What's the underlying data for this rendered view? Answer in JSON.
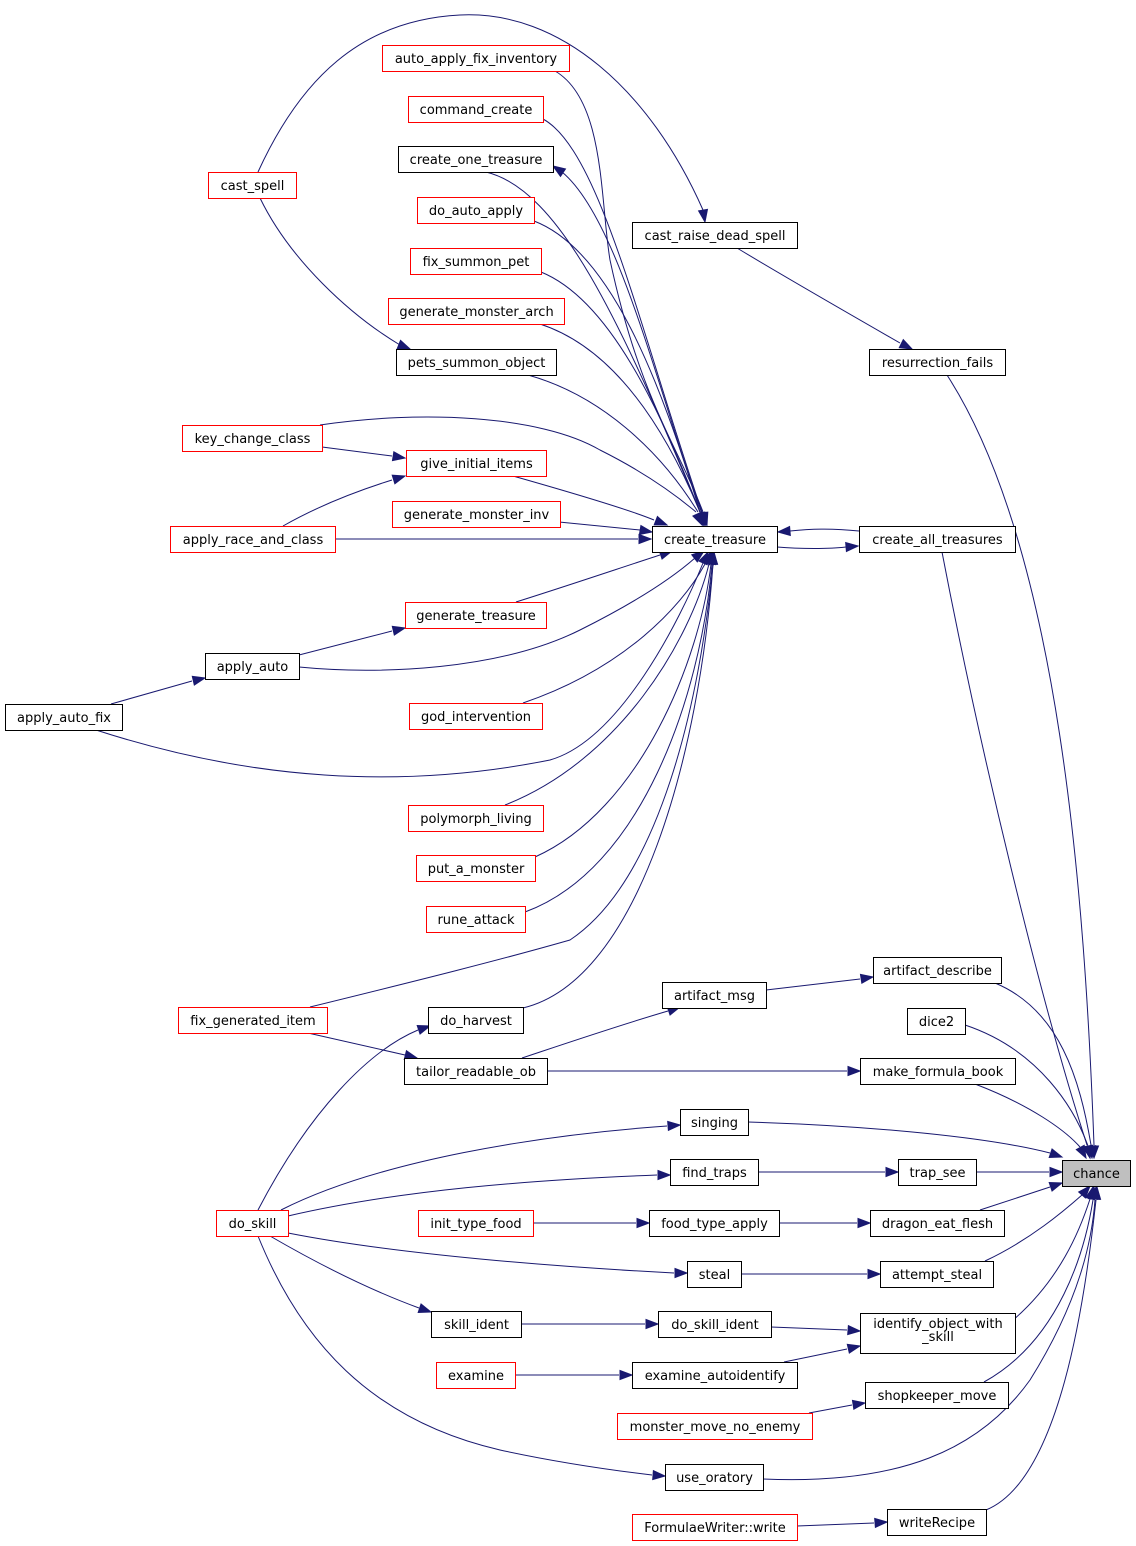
{
  "diagram": {
    "colors": {
      "edge": "#191970",
      "link_box": "#ff0000",
      "plain_box": "#000000",
      "focus_fill": "#bfbfbf"
    },
    "nodes": [
      {
        "id": "chance",
        "label": "chance",
        "style": "focus"
      },
      {
        "id": "cast_raise_dead_spell",
        "label": "cast_raise_dead_spell",
        "style": "black"
      },
      {
        "id": "resurrection_fails",
        "label": "resurrection_fails",
        "style": "black"
      },
      {
        "id": "create_all_treasures",
        "label": "create_all_treasures",
        "style": "black"
      },
      {
        "id": "create_treasure",
        "label": "create_treasure",
        "style": "black"
      },
      {
        "id": "auto_apply_fix_inventory",
        "label": "auto_apply_fix_inventory",
        "style": "red"
      },
      {
        "id": "command_create",
        "label": "command_create",
        "style": "red"
      },
      {
        "id": "create_one_treasure",
        "label": "create_one_treasure",
        "style": "black"
      },
      {
        "id": "do_auto_apply",
        "label": "do_auto_apply",
        "style": "red"
      },
      {
        "id": "fix_summon_pet",
        "label": "fix_summon_pet",
        "style": "red"
      },
      {
        "id": "generate_monster_arch",
        "label": "generate_monster_arch",
        "style": "red"
      },
      {
        "id": "pets_summon_object",
        "label": "pets_summon_object",
        "style": "black"
      },
      {
        "id": "cast_spell",
        "label": "cast_spell",
        "style": "red"
      },
      {
        "id": "key_change_class",
        "label": "key_change_class",
        "style": "red"
      },
      {
        "id": "give_initial_items",
        "label": "give_initial_items",
        "style": "red"
      },
      {
        "id": "generate_monster_inv",
        "label": "generate_monster_inv",
        "style": "red"
      },
      {
        "id": "apply_race_and_class",
        "label": "apply_race_and_class",
        "style": "red"
      },
      {
        "id": "generate_treasure",
        "label": "generate_treasure",
        "style": "red"
      },
      {
        "id": "apply_auto",
        "label": "apply_auto",
        "style": "black"
      },
      {
        "id": "apply_auto_fix",
        "label": "apply_auto_fix",
        "style": "black"
      },
      {
        "id": "god_intervention",
        "label": "god_intervention",
        "style": "red"
      },
      {
        "id": "polymorph_living",
        "label": "polymorph_living",
        "style": "red"
      },
      {
        "id": "put_a_monster",
        "label": "put_a_monster",
        "style": "red"
      },
      {
        "id": "rune_attack",
        "label": "rune_attack",
        "style": "red"
      },
      {
        "id": "fix_generated_item",
        "label": "fix_generated_item",
        "style": "red"
      },
      {
        "id": "do_harvest",
        "label": "do_harvest",
        "style": "black"
      },
      {
        "id": "artifact_describe",
        "label": "artifact_describe",
        "style": "black"
      },
      {
        "id": "artifact_msg",
        "label": "artifact_msg",
        "style": "black"
      },
      {
        "id": "dice2",
        "label": "dice2",
        "style": "black"
      },
      {
        "id": "tailor_readable_ob",
        "label": "tailor_readable_ob",
        "style": "black"
      },
      {
        "id": "make_formula_book",
        "label": "make_formula_book",
        "style": "black"
      },
      {
        "id": "singing",
        "label": "singing",
        "style": "black"
      },
      {
        "id": "find_traps",
        "label": "find_traps",
        "style": "black"
      },
      {
        "id": "trap_see",
        "label": "trap_see",
        "style": "black"
      },
      {
        "id": "do_skill",
        "label": "do_skill",
        "style": "red"
      },
      {
        "id": "init_type_food",
        "label": "init_type_food",
        "style": "red"
      },
      {
        "id": "food_type_apply",
        "label": "food_type_apply",
        "style": "black"
      },
      {
        "id": "dragon_eat_flesh",
        "label": "dragon_eat_flesh",
        "style": "black"
      },
      {
        "id": "steal",
        "label": "steal",
        "style": "black"
      },
      {
        "id": "attempt_steal",
        "label": "attempt_steal",
        "style": "black"
      },
      {
        "id": "skill_ident",
        "label": "skill_ident",
        "style": "black"
      },
      {
        "id": "do_skill_ident",
        "label": "do_skill_ident",
        "style": "black"
      },
      {
        "id": "identify_object_with_skill",
        "label": "identify_object_with",
        "label2": "_skill",
        "style": "black"
      },
      {
        "id": "examine",
        "label": "examine",
        "style": "red"
      },
      {
        "id": "examine_autoidentify",
        "label": "examine_autoidentify",
        "style": "black"
      },
      {
        "id": "shopkeeper_move",
        "label": "shopkeeper_move",
        "style": "black"
      },
      {
        "id": "monster_move_no_enemy",
        "label": "monster_move_no_enemy",
        "style": "red"
      },
      {
        "id": "use_oratory",
        "label": "use_oratory",
        "style": "black"
      },
      {
        "id": "writeRecipe",
        "label": "writeRecipe",
        "style": "black"
      },
      {
        "id": "FormulaeWriter_write",
        "label": "FormulaeWriter::write",
        "style": "red"
      }
    ],
    "edges": [
      [
        "cast_raise_dead_spell",
        "resurrection_fails"
      ],
      [
        "resurrection_fails",
        "chance"
      ],
      [
        "create_all_treasures",
        "chance"
      ],
      [
        "create_treasure",
        "create_all_treasures"
      ],
      [
        "create_all_treasures",
        "create_treasure"
      ],
      [
        "auto_apply_fix_inventory",
        "create_treasure"
      ],
      [
        "command_create",
        "create_treasure"
      ],
      [
        "create_one_treasure",
        "create_treasure"
      ],
      [
        "create_treasure",
        "create_one_treasure"
      ],
      [
        "do_auto_apply",
        "create_treasure"
      ],
      [
        "fix_summon_pet",
        "create_treasure"
      ],
      [
        "generate_monster_arch",
        "create_treasure"
      ],
      [
        "pets_summon_object",
        "create_treasure"
      ],
      [
        "cast_spell",
        "pets_summon_object"
      ],
      [
        "cast_spell",
        "cast_raise_dead_spell"
      ],
      [
        "key_change_class",
        "create_treasure"
      ],
      [
        "key_change_class",
        "give_initial_items"
      ],
      [
        "give_initial_items",
        "create_treasure"
      ],
      [
        "apply_race_and_class",
        "give_initial_items"
      ],
      [
        "generate_monster_inv",
        "create_treasure"
      ],
      [
        "apply_race_and_class",
        "create_treasure"
      ],
      [
        "generate_treasure",
        "create_treasure"
      ],
      [
        "apply_auto",
        "generate_treasure"
      ],
      [
        "apply_auto",
        "create_treasure"
      ],
      [
        "apply_auto_fix",
        "apply_auto"
      ],
      [
        "apply_auto_fix",
        "create_treasure"
      ],
      [
        "god_intervention",
        "create_treasure"
      ],
      [
        "polymorph_living",
        "create_treasure"
      ],
      [
        "put_a_monster",
        "create_treasure"
      ],
      [
        "rune_attack",
        "create_treasure"
      ],
      [
        "fix_generated_item",
        "create_treasure"
      ],
      [
        "fix_generated_item",
        "tailor_readable_ob"
      ],
      [
        "do_harvest",
        "create_treasure"
      ],
      [
        "do_skill",
        "do_harvest"
      ],
      [
        "artifact_describe",
        "chance"
      ],
      [
        "artifact_msg",
        "artifact_describe"
      ],
      [
        "tailor_readable_ob",
        "artifact_msg"
      ],
      [
        "dice2",
        "chance"
      ],
      [
        "tailor_readable_ob",
        "make_formula_book"
      ],
      [
        "make_formula_book",
        "chance"
      ],
      [
        "singing",
        "chance"
      ],
      [
        "do_skill",
        "singing"
      ],
      [
        "find_traps",
        "trap_see"
      ],
      [
        "trap_see",
        "chance"
      ],
      [
        "do_skill",
        "find_traps"
      ],
      [
        "init_type_food",
        "food_type_apply"
      ],
      [
        "food_type_apply",
        "dragon_eat_flesh"
      ],
      [
        "dragon_eat_flesh",
        "chance"
      ],
      [
        "do_skill",
        "steal"
      ],
      [
        "steal",
        "attempt_steal"
      ],
      [
        "attempt_steal",
        "chance"
      ],
      [
        "do_skill",
        "skill_ident"
      ],
      [
        "skill_ident",
        "do_skill_ident"
      ],
      [
        "do_skill_ident",
        "identify_object_with_skill"
      ],
      [
        "identify_object_with_skill",
        "chance"
      ],
      [
        "examine",
        "examine_autoidentify"
      ],
      [
        "examine_autoidentify",
        "identify_object_with_skill"
      ],
      [
        "monster_move_no_enemy",
        "shopkeeper_move"
      ],
      [
        "shopkeeper_move",
        "chance"
      ],
      [
        "do_skill",
        "use_oratory"
      ],
      [
        "use_oratory",
        "chance"
      ],
      [
        "FormulaeWriter_write",
        "writeRecipe"
      ],
      [
        "writeRecipe",
        "chance"
      ]
    ]
  }
}
